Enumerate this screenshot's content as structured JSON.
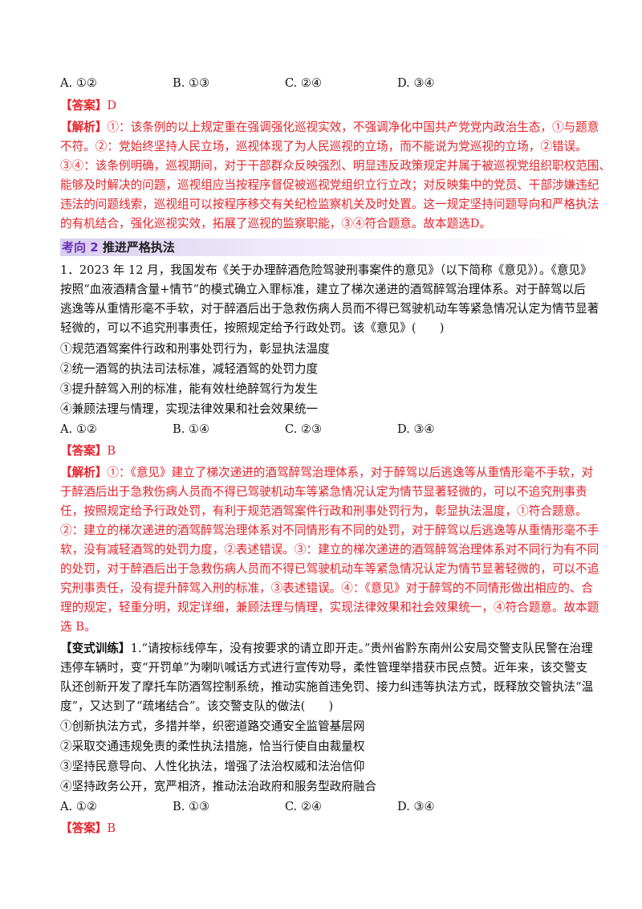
{
  "q_prev": {
    "options": [
      "A. ①②",
      "B. ①③",
      "C. ②④",
      "D. ③④"
    ],
    "answer_label": "【答案】",
    "answer_value": "D",
    "analysis_label": "【解析】",
    "analysis_lines": [
      "①：该条例的以上规定重在强调强化巡视实效，不强调净化中国共产党党内政治生态，①与题意",
      "不符。②：党始终坚持人民立场，巡视体现了为人民巡视的立场，而不能说为党巡视的立场，②错误。",
      "③④：该条例明确，巡视期间，对于干部群众反映强烈、明显违反政策规定并属于被巡视党组织职权范围、",
      "能够及时解决的问题，巡视组应当按程序督促被巡视党组织立行立改；对反映集中的党员、干部涉嫌违纪",
      "违法的问题线索，巡视组可以按程序移交有关纪检监察机关及时处置。这一规定坚持问题导向和严格执法",
      "的有机结合，强化巡视实效，拓展了巡视的监察职能，③④符合题意。故本题选D。"
    ]
  },
  "section": {
    "prefix": "考向 2",
    "title": "推进严格执法"
  },
  "q1": {
    "stem_lines": [
      "1．2023 年 12 月，我国发布《关于办理醉酒危险驾驶刑事案件的意见》（以下简称《意见》）。《意见》",
      "按照“血液酒精含量+情节”的模式确立入罪标准，建立了梯次递进的酒驾醉驾治理体系。对于醉驾以后",
      "逃逸等从重情形毫不手软，对于醉酒后出于急救伤病人员而不得已驾驶机动车等紧急情况认定为情节显著",
      "轻微的，可以不追究刑事责任，按照规定给予行政处罚。该《意见》(　　)"
    ],
    "choices": [
      "①规范酒驾案件行政和刑事处罚行为，彰显执法温度",
      "②统一酒驾的执法司法标准，减轻酒驾的处罚力度",
      "③提升醉驾入刑的标准，能有效杜绝醉驾行为发生",
      "④兼顾法理与情理，实现法律效果和社会效果统一"
    ],
    "options": [
      "A. ①②",
      "B. ①④",
      "C. ②③",
      "D. ③④"
    ],
    "answer_label": "【答案】",
    "answer_value": "B",
    "analysis_label": "【解析】",
    "analysis_lines": [
      "①：《意见》建立了梯次递进的酒驾醉驾治理体系，对于醉驾以后逃逸等从重情形毫不手软，对",
      "于醉酒后出于急救伤病人员而不得已驾驶机动车等紧急情况认定为情节显著轻微的，可以不追究刑事责",
      "任，按照规定给予行政处罚，有利于规范酒驾案件行政和刑事处罚行为，彰显执法温度，①符合题意。",
      "②：建立的梯次递进的酒驾醉驾治理体系对不同情形有不同的处罚，对于醉驾以后逃逸等从重情形毫不手",
      "软，没有减轻酒驾的处罚力度，②表述错误。③：建立的梯次递进的酒驾醉驾治理体系对不同行为有不同",
      "的处罚，对于醉酒后出于急救伤病人员而不得已驾驶机动车等紧急情况认定为情节显著轻微的，可以不追",
      "究刑事责任，没有提升醉驾入刑的标准，③表述错误。④：《意见》对于醉驾的不同情形做出相应的、合",
      "理的规定，轻重分明，规定详细，兼顾法理与情理，实现法律效果和社会效果统一，④符合题意。故本题",
      "选 B。"
    ]
  },
  "variant": {
    "label": "【变式训练】",
    "stem_first": "1.“请按标线停车，没有按要求的请立即开走。”贵州省黔东南州公安局交警支队民警在治理",
    "stem_lines": [
      "违停车辆时，变“开罚单”为喇叭喊话方式进行宣传劝导，柔性管理举措获市民点赞。近年来，该交警支",
      "队还创新开发了摩托车防酒驾控制系统，推动实施首违免罚、接力纠违等执法方式，既释放交管执法“温",
      "度”，又达到了“疏堵结合”。该交警支队的做法(　　)"
    ],
    "choices": [
      "①创新执法方式，多措并举，织密道路交通安全监管基层网",
      "②采取交通违规免责的柔性执法措施，恰当行使自由裁量权",
      "③坚持民意导向、人性化执法，增强了法治权威和法治信仰",
      "④坚持政务公开，宽严相济，推动法治政府和服务型政府融合"
    ],
    "options": [
      "A. ①②",
      "B. ①③",
      "C. ②④",
      "D. ③④"
    ],
    "answer_label": "【答案】",
    "answer_value": "B"
  }
}
